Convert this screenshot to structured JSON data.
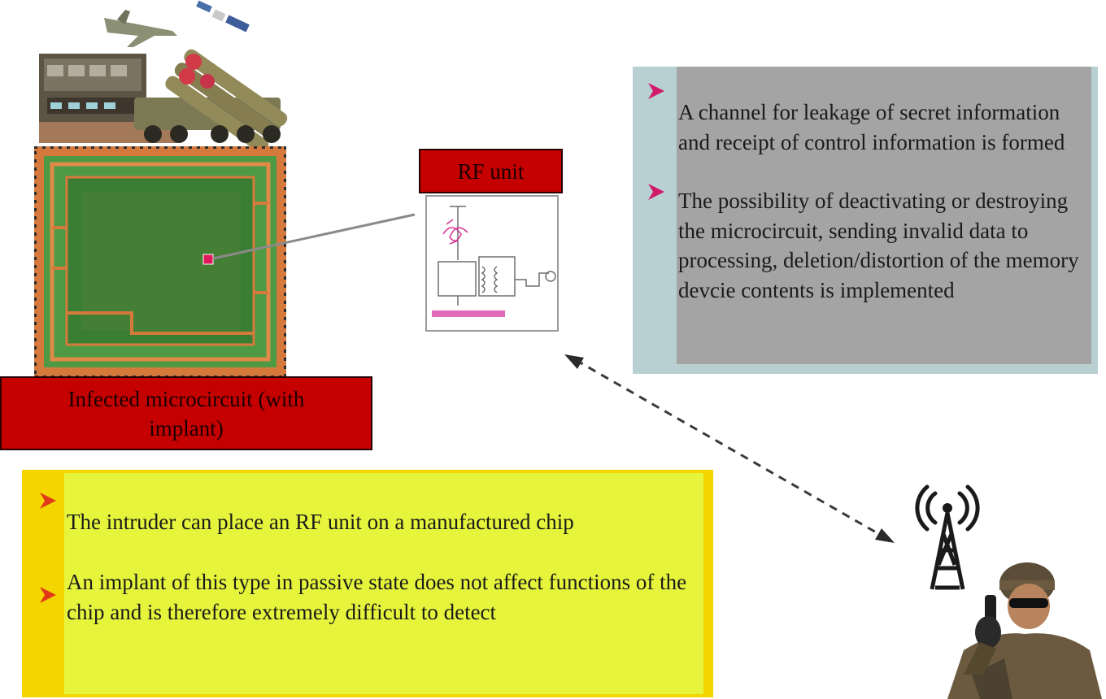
{
  "labels": {
    "infected_chip": "Infected microcircuit (with implant)",
    "rf_unit": "RF unit"
  },
  "effects_panel": {
    "items": [
      "A channel for leakage of secret information and receipt of control information is formed",
      "The possibility of deactivating or destroying the microcircuit, sending invalid data to processing, deletion/distortion of the memory devcie contents is implemented"
    ]
  },
  "intruder_panel": {
    "items": [
      "The intruder can place an RF unit on a manufactured chip",
      "An implant of this type in passive state does not affect functions of the chip and is therefore extremely difficult to detect"
    ]
  },
  "icons": {
    "bullet": "arrowhead-bullet-icon",
    "tower": "radio-tower-icon",
    "soldier": "soldier-with-radio-icon",
    "chip": "microchip-die-icon",
    "schematic": "rf-circuit-schematic-icon"
  },
  "colors": {
    "label_red": "#c40000",
    "effects_panel_grey": "#a4a4a4",
    "effects_panel_edge": "#b9d0d2",
    "intruder_panel_yellow": "#e6f53c",
    "intruder_panel_edge": "#f5d500",
    "bullet_magenta": "#d01a6a",
    "bullet_red": "#e03a1a",
    "chip_green": "#3f8a3a",
    "chip_orange": "#d9783a"
  }
}
